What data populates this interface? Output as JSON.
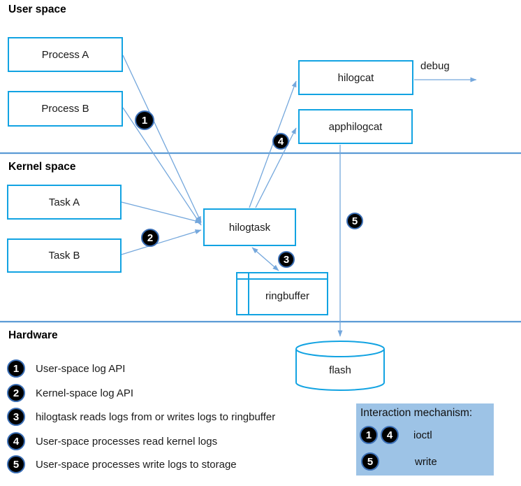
{
  "sections": {
    "user_space": {
      "label": "User space"
    },
    "kernel_space": {
      "label": "Kernel space"
    },
    "hardware": {
      "label": "Hardware"
    }
  },
  "nodes": {
    "process_a": "Process A",
    "process_b": "Process B",
    "hilogcat": "hilogcat",
    "apphilogcat": "apphilogcat",
    "task_a": "Task A",
    "task_b": "Task B",
    "hilogtask": "hilogtask",
    "ringbuffer": "ringbuffer",
    "flash": "flash",
    "debug_label": "debug"
  },
  "diagram_badges": {
    "b1": "1",
    "b2": "2",
    "b3": "3",
    "b4": "4",
    "b5": "5"
  },
  "legend": {
    "items": [
      {
        "num": "1",
        "text": "User-space log API"
      },
      {
        "num": "2",
        "text": "Kernel-space log API"
      },
      {
        "num": "3",
        "text": "hilogtask reads logs from or writes logs to ringbuffer"
      },
      {
        "num": "4",
        "text": "User-space processes read kernel logs"
      },
      {
        "num": "5",
        "text": "User-space processes write logs to storage"
      }
    ]
  },
  "interaction": {
    "title": "Interaction mechanism:",
    "rows": [
      {
        "nums": [
          "1",
          "4"
        ],
        "label": "ioctl"
      },
      {
        "nums": [
          "5"
        ],
        "label": "write"
      }
    ]
  },
  "colors": {
    "node_border": "#12A3E2",
    "separator_line": "#5B9BD5",
    "arrow": "#74A7DC",
    "interaction_box_fill": "#9DC3E6",
    "badge_fill": "#000000",
    "badge_ring": "#3A6EB5",
    "badge_digit": "#FFFFFF"
  }
}
